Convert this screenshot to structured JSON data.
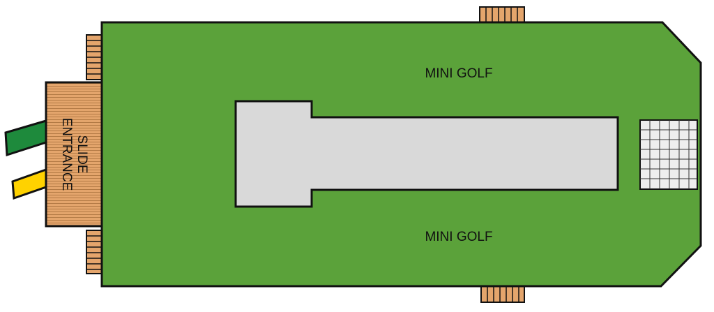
{
  "labels": {
    "mini_golf_top": "MINI GOLF",
    "mini_golf_bottom": "MINI GOLF",
    "slide_line1": "SLIDE",
    "slide_line2": "ENTRANCE"
  },
  "colors": {
    "deck_green": "#5ba23a",
    "pool_gray": "#d9d9d9",
    "wood": "#e4a56c",
    "wood_line": "#b37a45",
    "slide_green": "#1e8a3c",
    "slide_yellow": "#ffd200",
    "outline": "#111111",
    "grate": "#eeeeee"
  },
  "icons": {
    "grate": "drain-grate-icon",
    "stairs": "stairs-icon",
    "slide": "water-slide-icon"
  }
}
